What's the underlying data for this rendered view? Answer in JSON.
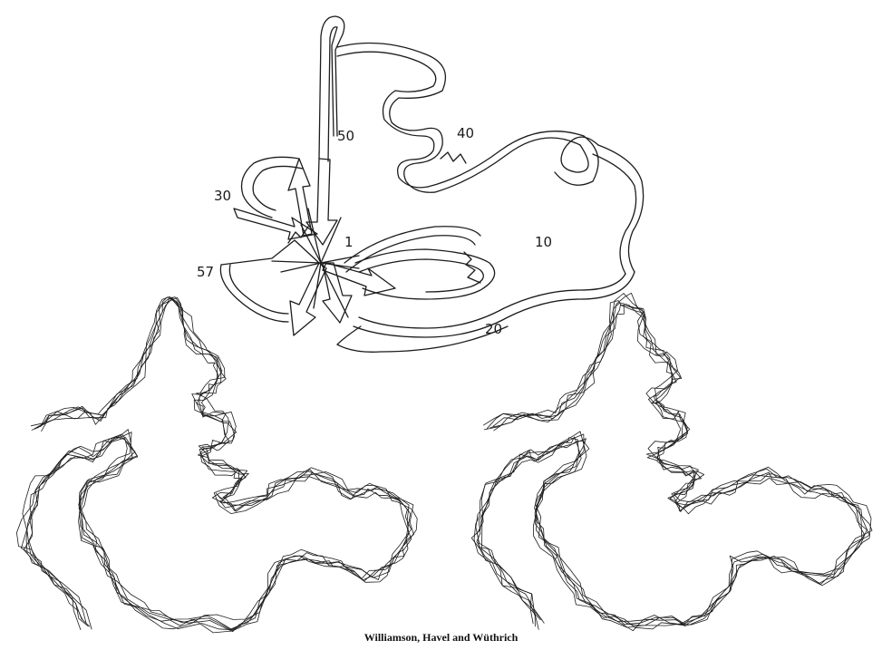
{
  "figure": {
    "ribbon_labels": [
      "50",
      "40",
      "30",
      "1",
      "10",
      "57",
      "20"
    ],
    "caption": "Williamson, Havel and Wüthrich",
    "stereo_panels": [
      "left-stereo-view",
      "right-stereo-view"
    ],
    "trace_count": 6,
    "line_color": "#1c1c1c",
    "background": "#ffffff"
  }
}
